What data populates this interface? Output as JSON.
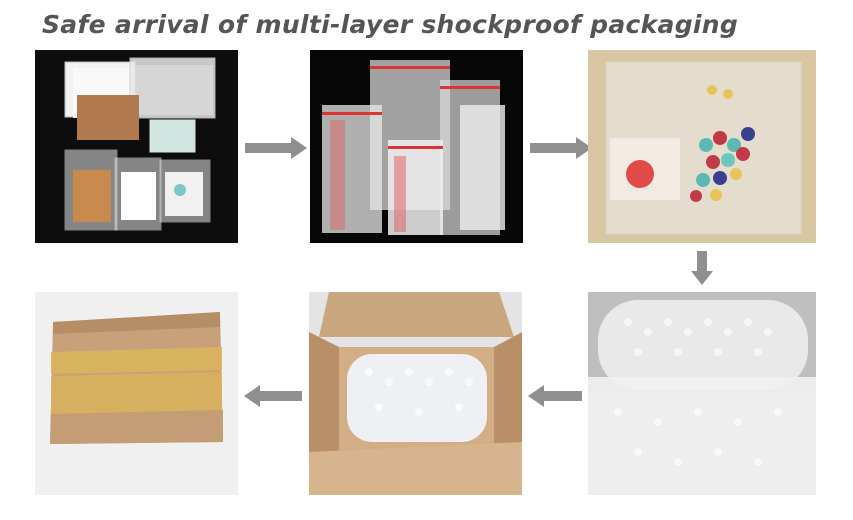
{
  "title": "Safe arrival of multi-layer shockproof packaging",
  "panels": [
    {
      "name": "panel-cards-in-bags"
    },
    {
      "name": "panel-zip-bags"
    },
    {
      "name": "panel-jewelry-bag"
    },
    {
      "name": "panel-taped-box"
    },
    {
      "name": "panel-box-with-bubble-wrap"
    },
    {
      "name": "panel-bubble-wrap-roll"
    }
  ],
  "arrows": [
    "arrow-right-1",
    "arrow-right-2",
    "arrow-down",
    "arrow-left-1",
    "arrow-left-2"
  ],
  "colors": {
    "arrow": "#8f8f8f",
    "title": "#555555",
    "tape": "#d8b35a",
    "cardboard": "#c9a67e"
  }
}
